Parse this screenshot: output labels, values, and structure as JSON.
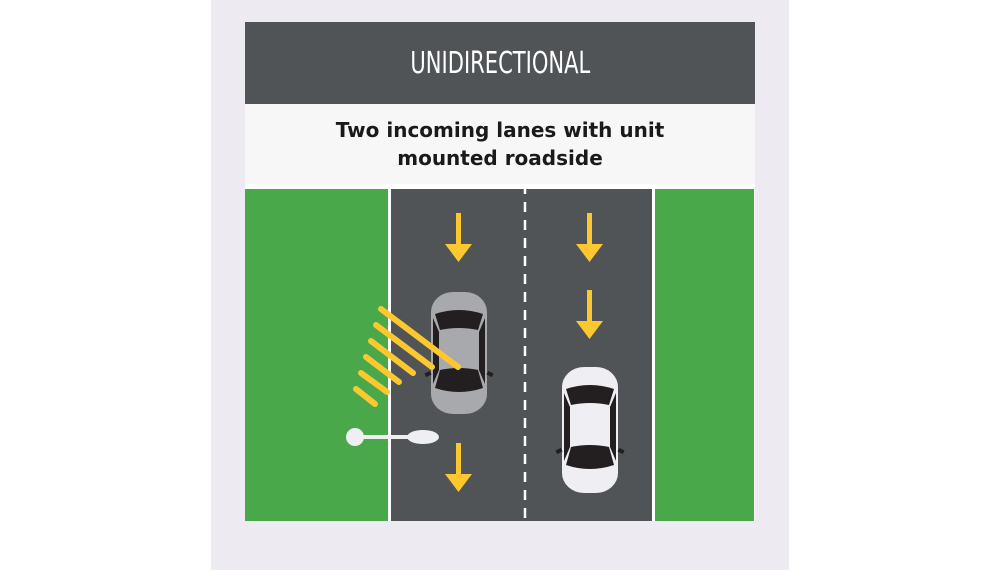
{
  "header": {
    "title": "UNIDIRECTIONAL"
  },
  "subtitle": {
    "text": "Two incoming lanes with unit mounted roadside"
  },
  "scene": {
    "lanes": 2,
    "direction": "down",
    "elements": [
      {
        "type": "grass",
        "side": "left"
      },
      {
        "type": "road",
        "lanes": 2,
        "center_line": "dashed"
      },
      {
        "type": "grass",
        "side": "right"
      },
      {
        "type": "arrow-down",
        "lane": 1,
        "count": 2
      },
      {
        "type": "arrow-down",
        "lane": 2,
        "count": 2
      },
      {
        "type": "car",
        "lane": 1,
        "color": "gray"
      },
      {
        "type": "car",
        "lane": 2,
        "color": "white"
      },
      {
        "type": "roadside-sensor-unit",
        "side": "left"
      },
      {
        "type": "sensor-beam",
        "color": "yellow"
      }
    ]
  },
  "colors": {
    "panel_bg": "#edebf1",
    "header_bg": "#505457",
    "subtitle_bg": "#f7f7f7",
    "grass": "#48a84a",
    "road": "#505457",
    "arrow": "#fdc82f",
    "beam": "#fdc82f",
    "lane_line": "#ffffff",
    "car_gray": "#a7a9ac",
    "car_white": "#efeef2",
    "car_glass": "#231f20"
  }
}
